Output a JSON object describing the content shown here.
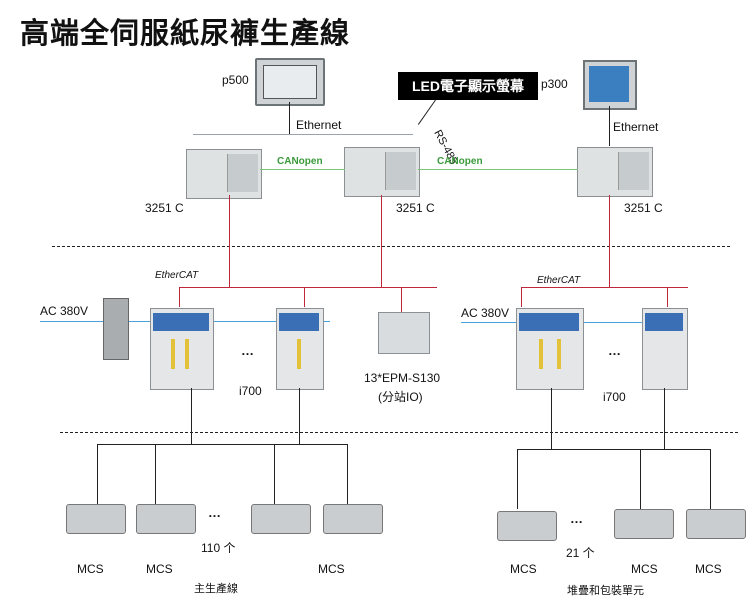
{
  "title": "高端全伺服紙尿褲生產線",
  "led_display": "LED電子顯示螢幕",
  "hmi": {
    "left": "p500",
    "right": "p300"
  },
  "network": {
    "ethernet_left": "Ethernet",
    "ethernet_right": "Ethernet",
    "rs485": "RS-485",
    "canopen_1": "CANopen",
    "canopen_2": "CANopen",
    "ethercat_1": "EtherCAT",
    "ethercat_2": "EtherCAT"
  },
  "controllers": [
    "3251 C",
    "3251 C",
    "3251 C"
  ],
  "power": {
    "left": "AC 380V",
    "right": "AC 380V"
  },
  "drives": {
    "left": "i700",
    "right": "i700"
  },
  "ellipsis": "…",
  "remote_io": {
    "line1": "13*EPM-S130",
    "line2": "(分站IO)"
  },
  "motors": {
    "left_count": "110 个",
    "right_count": "21 个",
    "label": "MCS"
  },
  "units": {
    "left": "主生產線",
    "right": "堆疊和包裝單元"
  },
  "colors": {
    "ethercat_line": "#c0273a",
    "power_line": "#4aa0d8",
    "canopen_line": "#7cc47a"
  }
}
